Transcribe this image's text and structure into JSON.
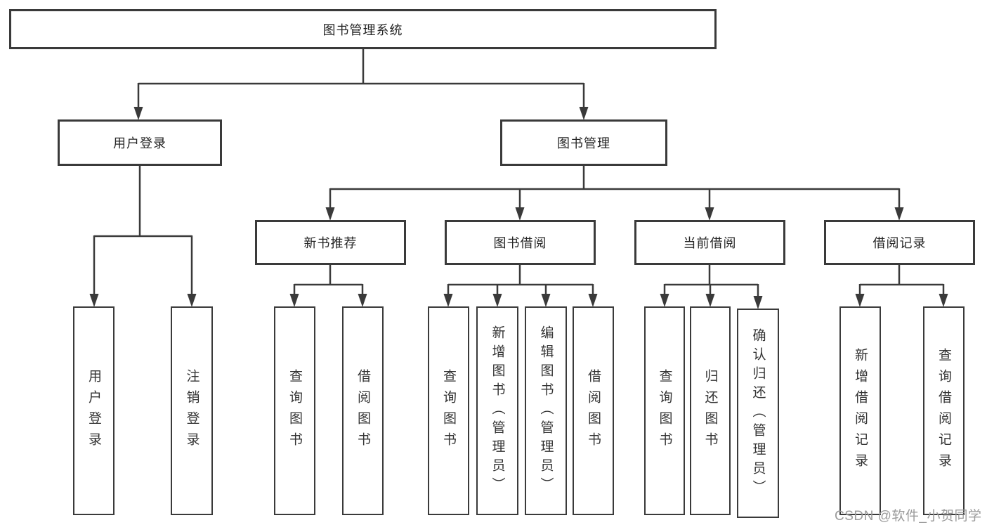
{
  "diagram": {
    "root": {
      "label": "图书管理系统"
    },
    "branches": [
      {
        "label": "用户登录",
        "leaves": [
          "用户登录",
          "注销登录"
        ]
      },
      {
        "label": "图书管理",
        "children": [
          {
            "label": "新书推荐",
            "leaves": [
              "查询图书",
              "借阅图书"
            ]
          },
          {
            "label": "图书借阅",
            "leaves": [
              "查询图书",
              "新增图书（管理员）",
              "编辑图书（管理员）",
              "借阅图书"
            ]
          },
          {
            "label": "当前借阅",
            "leaves": [
              "查询图书",
              "归还图书",
              "确认归还（管理员）"
            ]
          },
          {
            "label": "借阅记录",
            "leaves": [
              "新增借阅记录",
              "查询借阅记录"
            ]
          }
        ]
      }
    ]
  },
  "watermark": {
    "text": "CSDN @软件_小贺同学"
  },
  "colors": {
    "line": "#3a3a3a",
    "node_border": "#3a3a3a",
    "text": "#262626",
    "watermark": "#9b9b9b",
    "background": "#ffffff"
  }
}
